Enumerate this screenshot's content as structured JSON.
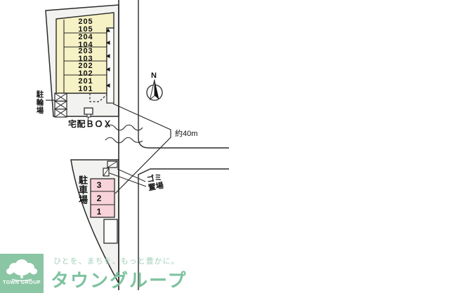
{
  "site_plan": {
    "north_label": "N",
    "distance_label": "約40m",
    "upper_plot": {
      "units": [
        {
          "label": "205\n105"
        },
        {
          "label": "204\n104"
        },
        {
          "label": "203\n103"
        },
        {
          "label": "202\n102"
        },
        {
          "label": "201\n101"
        }
      ],
      "bicycle_parking_label": "駐輪場",
      "delivery_box_label": "宅配ＢＯＸ"
    },
    "lower_plot": {
      "parking_label": "駐車場",
      "garbage_label": "ゴミ\n置場",
      "parking_spaces": [
        "3",
        "2",
        "1"
      ]
    }
  },
  "footer": {
    "logo_text": "TOWN GROUP",
    "tagline": "ひとを、まちを、もっと豊かに。",
    "brand": "タウングループ"
  },
  "colors": {
    "line": "#2a2a2a",
    "unit_fill": "#f6f2c6",
    "parking_fill": "#f8d3da",
    "plot_fill": "#f2f2f0",
    "logo_green": "#8ac6a4",
    "brand_green": "#7cc29d",
    "tagline_green": "#a5d0bb"
  }
}
